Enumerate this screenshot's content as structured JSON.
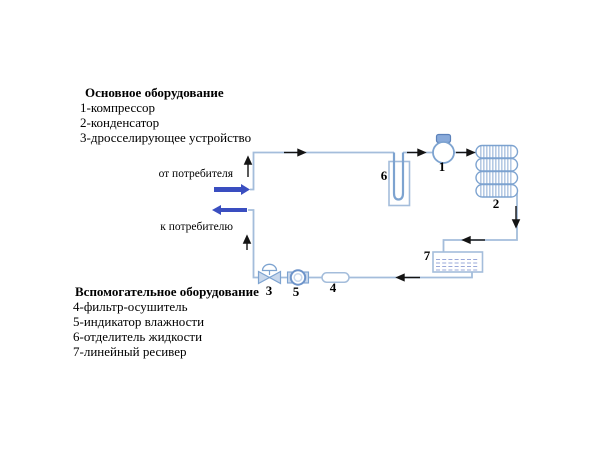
{
  "colors": {
    "pipe": "#a4bddb",
    "component_stroke": "#7da3d0",
    "component_fill": "#c9d8ec",
    "flow_arrow": "#3a4ec0",
    "black_arrow": "#141414",
    "receiver_liquid": "#9aa8d8"
  },
  "legend_main": {
    "title": "Основное оборудование",
    "items": [
      "1-компрессор",
      "2-конденсатор",
      "3-дросселирующее устройство"
    ]
  },
  "legend_aux": {
    "title": "Вспомогательное оборудование",
    "items": [
      "4-фильтр-осушитель",
      "5-индикатор влажности",
      "6-отделитель жидкости",
      "7-линейный ресивер"
    ]
  },
  "flow_labels": {
    "from_consumer": "от потребителя",
    "to_consumer": "к потребителю"
  },
  "component_numbers": {
    "compressor": "1",
    "condenser": "2",
    "throttle": "3",
    "filter_drier": "4",
    "moisture_indicator": "5",
    "liquid_separator": "6",
    "linear_receiver": "7"
  }
}
